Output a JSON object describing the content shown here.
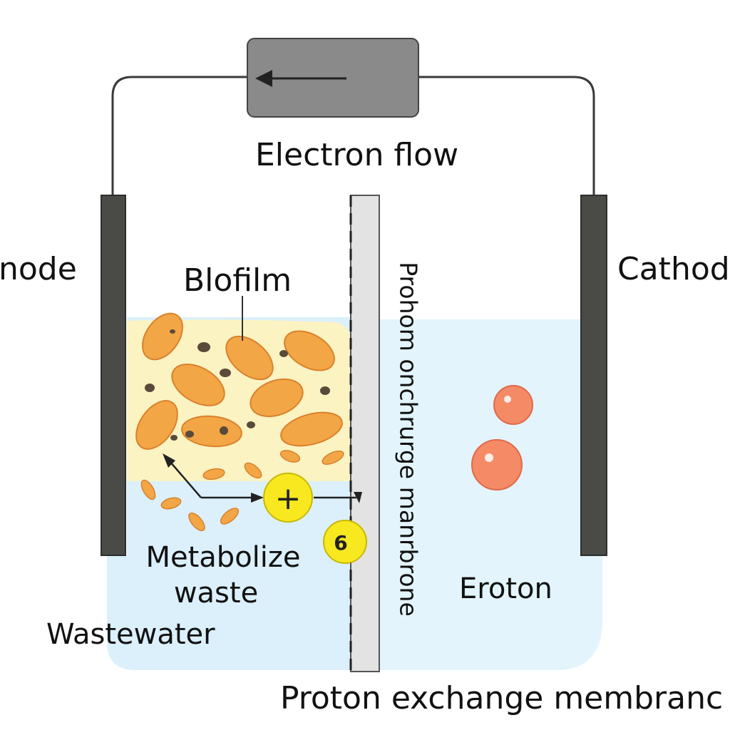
{
  "labels": {
    "electron_flow": "Electron flow",
    "anode": "node",
    "cathode": "Cathod",
    "biofilm": "Blofilm",
    "membrane_vertical": "Prohom onchrurge manrbrone",
    "metabolize": "Metabolize",
    "waste": "waste",
    "wastewater": "Wastewater",
    "proton": "Eroton",
    "membrane_bottom": "Proton exchange membranc",
    "plus_symbol": "+",
    "electron_badge": "6"
  },
  "colors": {
    "electrode": "#4a4b47",
    "wire": "#3a3a3a",
    "meter_fill": "#8a8a8a",
    "water": "#dbf0fb",
    "biofilm": "#fbf3c2",
    "bacteria": "#f3a646",
    "bacteria_outline": "#d9812c",
    "membrane": "#e3e3e3",
    "proton": "#f58a66",
    "badge": "#f8e81f"
  }
}
